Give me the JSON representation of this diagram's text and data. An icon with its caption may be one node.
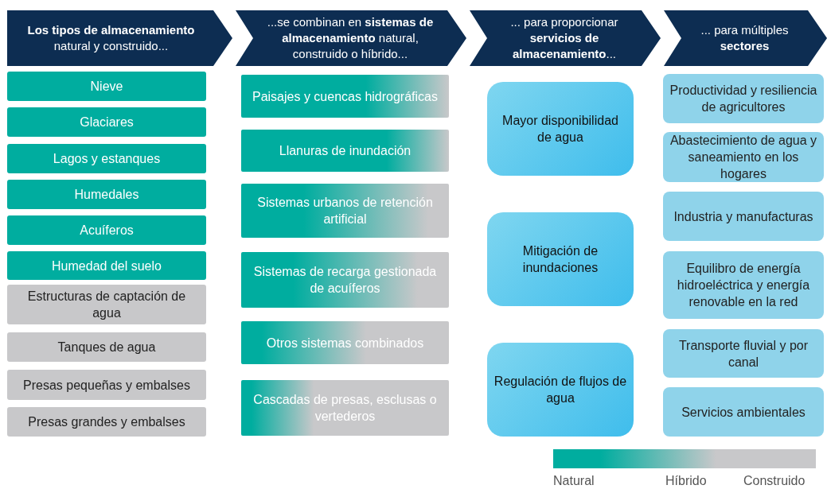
{
  "diagram": {
    "nodes": [
      {
        "text": [
          "**Los tipos de almacenamiento** natural y construido..."
        ]
      },
      {
        "text": [
          "...se combinan en **sistemas de almacenamiento** natural, construido o híbrido..."
        ]
      },
      {
        "text": [
          "... para proporcionar **servicios de almacenamiento**..."
        ]
      },
      {
        "text": [
          "... para múltiples **sectores**"
        ]
      },
      {
        "text": [
          "Nieve"
        ]
      },
      {
        "text": [
          "Glaciares"
        ]
      },
      {
        "text": [
          "Lagos y estanques"
        ]
      },
      {
        "text": [
          "Humedales"
        ]
      },
      {
        "text": [
          "Acuíferos"
        ]
      },
      {
        "text": [
          "Humedad del suelo"
        ]
      },
      {
        "text": [
          "Estructuras de captación de agua"
        ]
      },
      {
        "text": [
          "Tanques de agua"
        ]
      },
      {
        "text": [
          "Presas pequeñas y embalses"
        ]
      },
      {
        "text": [
          "Presas grandes y embalses"
        ]
      },
      {
        "text": [
          "Paisajes y cuencas hidrográficas"
        ]
      },
      {
        "text": [
          "Llanuras de inundación"
        ]
      },
      {
        "text": [
          "Sistemas urbanos de retención artificial"
        ]
      },
      {
        "text": [
          "Sistemas de recarga gestionada de acuíferos"
        ]
      },
      {
        "text": [
          "Otros sistemas combinados"
        ]
      },
      {
        "text": [
          "Cascadas de presas, esclusas o vertederos"
        ]
      },
      {
        "text": [
          "Mayor disponibilidad de agua"
        ]
      },
      {
        "text": [
          "Mitigación de inundaciones"
        ]
      },
      {
        "text": [
          "Regulación de flujos de agua"
        ]
      },
      {
        "text": [
          "Productividad y resiliencia de agricultores"
        ]
      },
      {
        "text": [
          "Abastecimiento de agua y saneamiento en los hogares"
        ]
      },
      {
        "text": [
          "Industria y manufacturas"
        ]
      },
      {
        "text": [
          "Equilibro de energía hidroeléctrica y energía renovable en la red"
        ]
      },
      {
        "text": [
          "Transporte fluvial y por canal"
        ]
      },
      {
        "text": [
          "Servicios ambientales"
        ]
      },
      {
        "text": [],
        "shape": "bar"
      }
    ],
    "labels": [
      "Natural",
      "Híbrido",
      "Construido"
    ]
  }
}
